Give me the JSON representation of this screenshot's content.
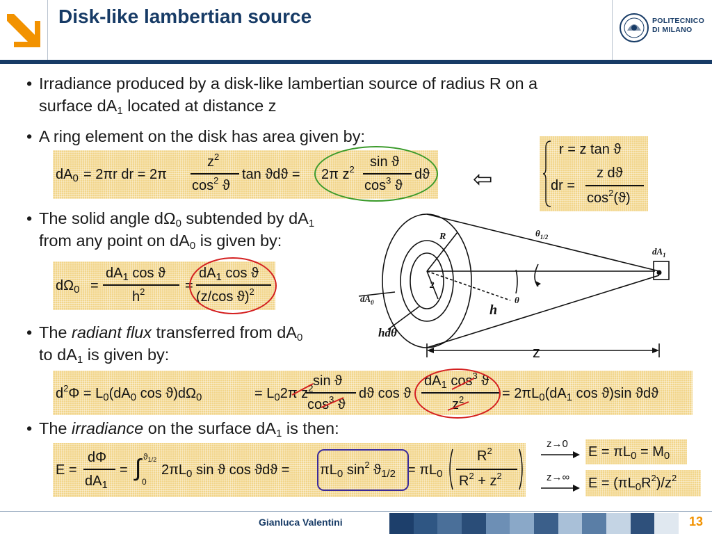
{
  "slide": {
    "title": "Disk-like lambertian source",
    "institution_line1": "POLITECNICO",
    "institution_line2": "DI MILANO",
    "author": "Gianluca Valentini",
    "page_number": "13",
    "colors": {
      "brand_blue": "#173b66",
      "accent_orange": "#f29200",
      "formula_bg": "#f2d58a",
      "oval_green": "#3a9a2a",
      "oval_red": "#d42020",
      "box_purple": "#3a2a9a"
    }
  },
  "bullets": {
    "b1_line1": "Irradiance produced by a disk-like lambertian source of radius R on a",
    "b1_line2_pre": "surface dA",
    "b1_line2_sub": "1",
    "b1_line2_post": " located at distance z",
    "b2": "A ring element on the disk has area given by:",
    "b3_l1_pre": "The solid angle d",
    "b3_l1_omega": "Ω",
    "b3_l1_sub0": "0",
    "b3_l1_mid": " subtended by dA",
    "b3_l1_sub1": "1",
    "b3_l2_pre": "from any point on dA",
    "b3_l2_sub": "0",
    "b3_l2_post": " is given by:",
    "b4_l1_pre": "The ",
    "b4_l1_em": "radiant flux",
    "b4_l1_mid": " transferred from dA",
    "b4_l1_sub": "0",
    "b4_l2_pre": "to dA",
    "b4_l2_sub": "1",
    "b4_l2_post": " is given by:",
    "b5_pre": "The ",
    "b5_em": "irradiance",
    "b5_mid": " on the surface dA",
    "b5_sub": "1",
    "b5_post": " is then:"
  },
  "formulas": {
    "ring_area": {
      "lhs": "dA",
      "lhs_sub": "0",
      "eq1": "= 2πr dr = 2π",
      "frac1_num": "z",
      "frac1_num_sup": "2",
      "frac1_den": "cos",
      "frac1_den_sup": "2",
      "frac1_den_post": " ϑ",
      "mid": "tan ϑdϑ =",
      "highlight_pre": "2π z",
      "highlight_sup": "2",
      "frac2_num": "sin ϑ",
      "frac2_den": "cos",
      "frac2_den_sup": "3",
      "frac2_den_post": " ϑ",
      "tail": "dϑ"
    },
    "substitution": {
      "r_eq": "r = z tan ϑ",
      "dr_lhs": "dr =",
      "dr_num": "z dϑ",
      "dr_den": "cos",
      "dr_den_sup": "2",
      "dr_den_post": "(ϑ)"
    },
    "solid_angle": {
      "lhs": "dΩ",
      "lhs_sub": "0",
      "eq1": "=",
      "frac1_num": "dA",
      "frac1_num_sub": "1",
      "frac1_num_post": " cos ϑ",
      "frac1_den": "h",
      "frac1_den_sup": "2",
      "eq2": "=",
      "frac2_num": "dA",
      "frac2_num_sub": "1",
      "frac2_num_post": " cos ϑ",
      "frac2_den": "(z/cos ϑ)",
      "frac2_den_sup": "2"
    },
    "flux": {
      "lhs": "d",
      "lhs_sup": "2",
      "lhs_post": "Φ = L",
      "l_sub": "0",
      "p1": "(dA",
      "p1_sub": "0",
      "p1_post": " cos ϑ)dΩ",
      "p1_sub2": "0",
      "eq2": "= L",
      "l2_sub": "0",
      "p2": "2π z",
      "p2_sup": "2",
      "frac1_num": "sin ϑ",
      "frac1_den": "cos",
      "frac1_den_sup": "3",
      "frac1_den_post": " ϑ",
      "mid": "dϑ cos ϑ",
      "frac2_num": "dA",
      "frac2_num_sub": "1",
      "frac2_num_post": " cos",
      "frac2_num_sup": "3",
      "frac2_num_tail": " ϑ",
      "frac2_den": "z",
      "frac2_den_sup": "2",
      "rhs": "= 2πL",
      "rhs_sub": "0",
      "rhs_post": "(dA",
      "rhs_sub1": "1",
      "rhs_tail": " cos ϑ)sin ϑdϑ"
    },
    "irradiance": {
      "lhs": "E =",
      "frac1_num": "dΦ",
      "frac1_den": "dA",
      "frac1_den_sub": "1",
      "eq2": "=",
      "integral": "∫",
      "int_upper": "ϑ",
      "int_upper_sub": "1/2",
      "int_lower": "0",
      "integrand": "2πL",
      "integrand_sub": "0",
      "integrand_post": " sin ϑ cos ϑdϑ =",
      "boxed": "πL",
      "boxed_sub": "0",
      "boxed_post": " sin",
      "boxed_sup": "2",
      "boxed_tail": " ϑ",
      "boxed_sub2": "1/2",
      "eq3": "= πL",
      "eq3_sub": "0",
      "frac2_num": "R",
      "frac2_num_sup": "2",
      "frac2_den": "R",
      "frac2_den_sup": "2",
      "frac2_den_post": " + z",
      "frac2_den_sup2": "2"
    },
    "limit_near": {
      "cond": "z→0",
      "expr": "E = πL",
      "sub": "0",
      "post": " = M",
      "sub2": "0"
    },
    "limit_far": {
      "cond": "z→∞",
      "expr": "E = (πL",
      "sub": "0",
      "post": "R",
      "sup": "2",
      "tail": ")/z",
      "sup2": "2"
    }
  },
  "figure": {
    "label_theta_half": "θ",
    "label_theta_half_sub": "1/2",
    "label_R": "R",
    "label_dA1": "dA",
    "label_dA1_sub": "1",
    "label_theta": "θ",
    "label_dA0": "dA",
    "label_dA0_sub": "0",
    "label_h": "h",
    "label_ring": "hdθ",
    "label_2": "2",
    "label_z": "z"
  }
}
